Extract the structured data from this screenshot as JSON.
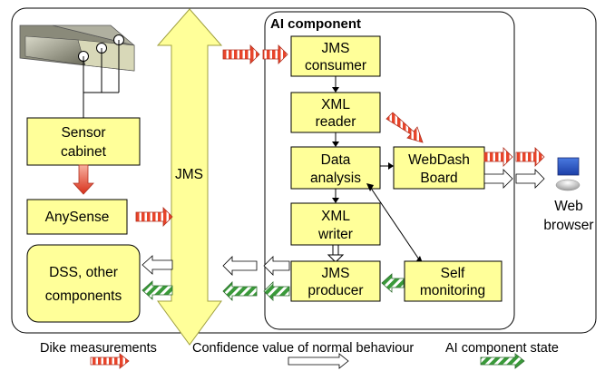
{
  "ai_component_title": "AI component",
  "jms_label": "JMS",
  "boxes": {
    "sensor_cabinet": [
      "Sensor",
      "cabinet"
    ],
    "anysense": [
      "AnySense"
    ],
    "dss": [
      "DSS, other",
      "components"
    ],
    "jms_consumer": [
      "JMS",
      "consumer"
    ],
    "xml_reader": [
      "XML",
      "reader"
    ],
    "data_analysis": [
      "Data",
      "analysis"
    ],
    "webdashboard": [
      "WebDash",
      "Board"
    ],
    "xml_writer": [
      "XML",
      "writer"
    ],
    "jms_producer": [
      "JMS",
      "producer"
    ],
    "self_monitoring": [
      "Self",
      "monitoring"
    ]
  },
  "web_browser": [
    "Web",
    "browser"
  ],
  "legend": {
    "dike": "Dike measurements",
    "confidence": "Confidence value of normal behaviour",
    "state": "AI component state"
  },
  "colors": {
    "box_fill": "#ffff99",
    "dike_arrow_red": "#e8442a",
    "state_arrow_green": "#3a9a3a",
    "jms_fill": "#ffff99"
  }
}
